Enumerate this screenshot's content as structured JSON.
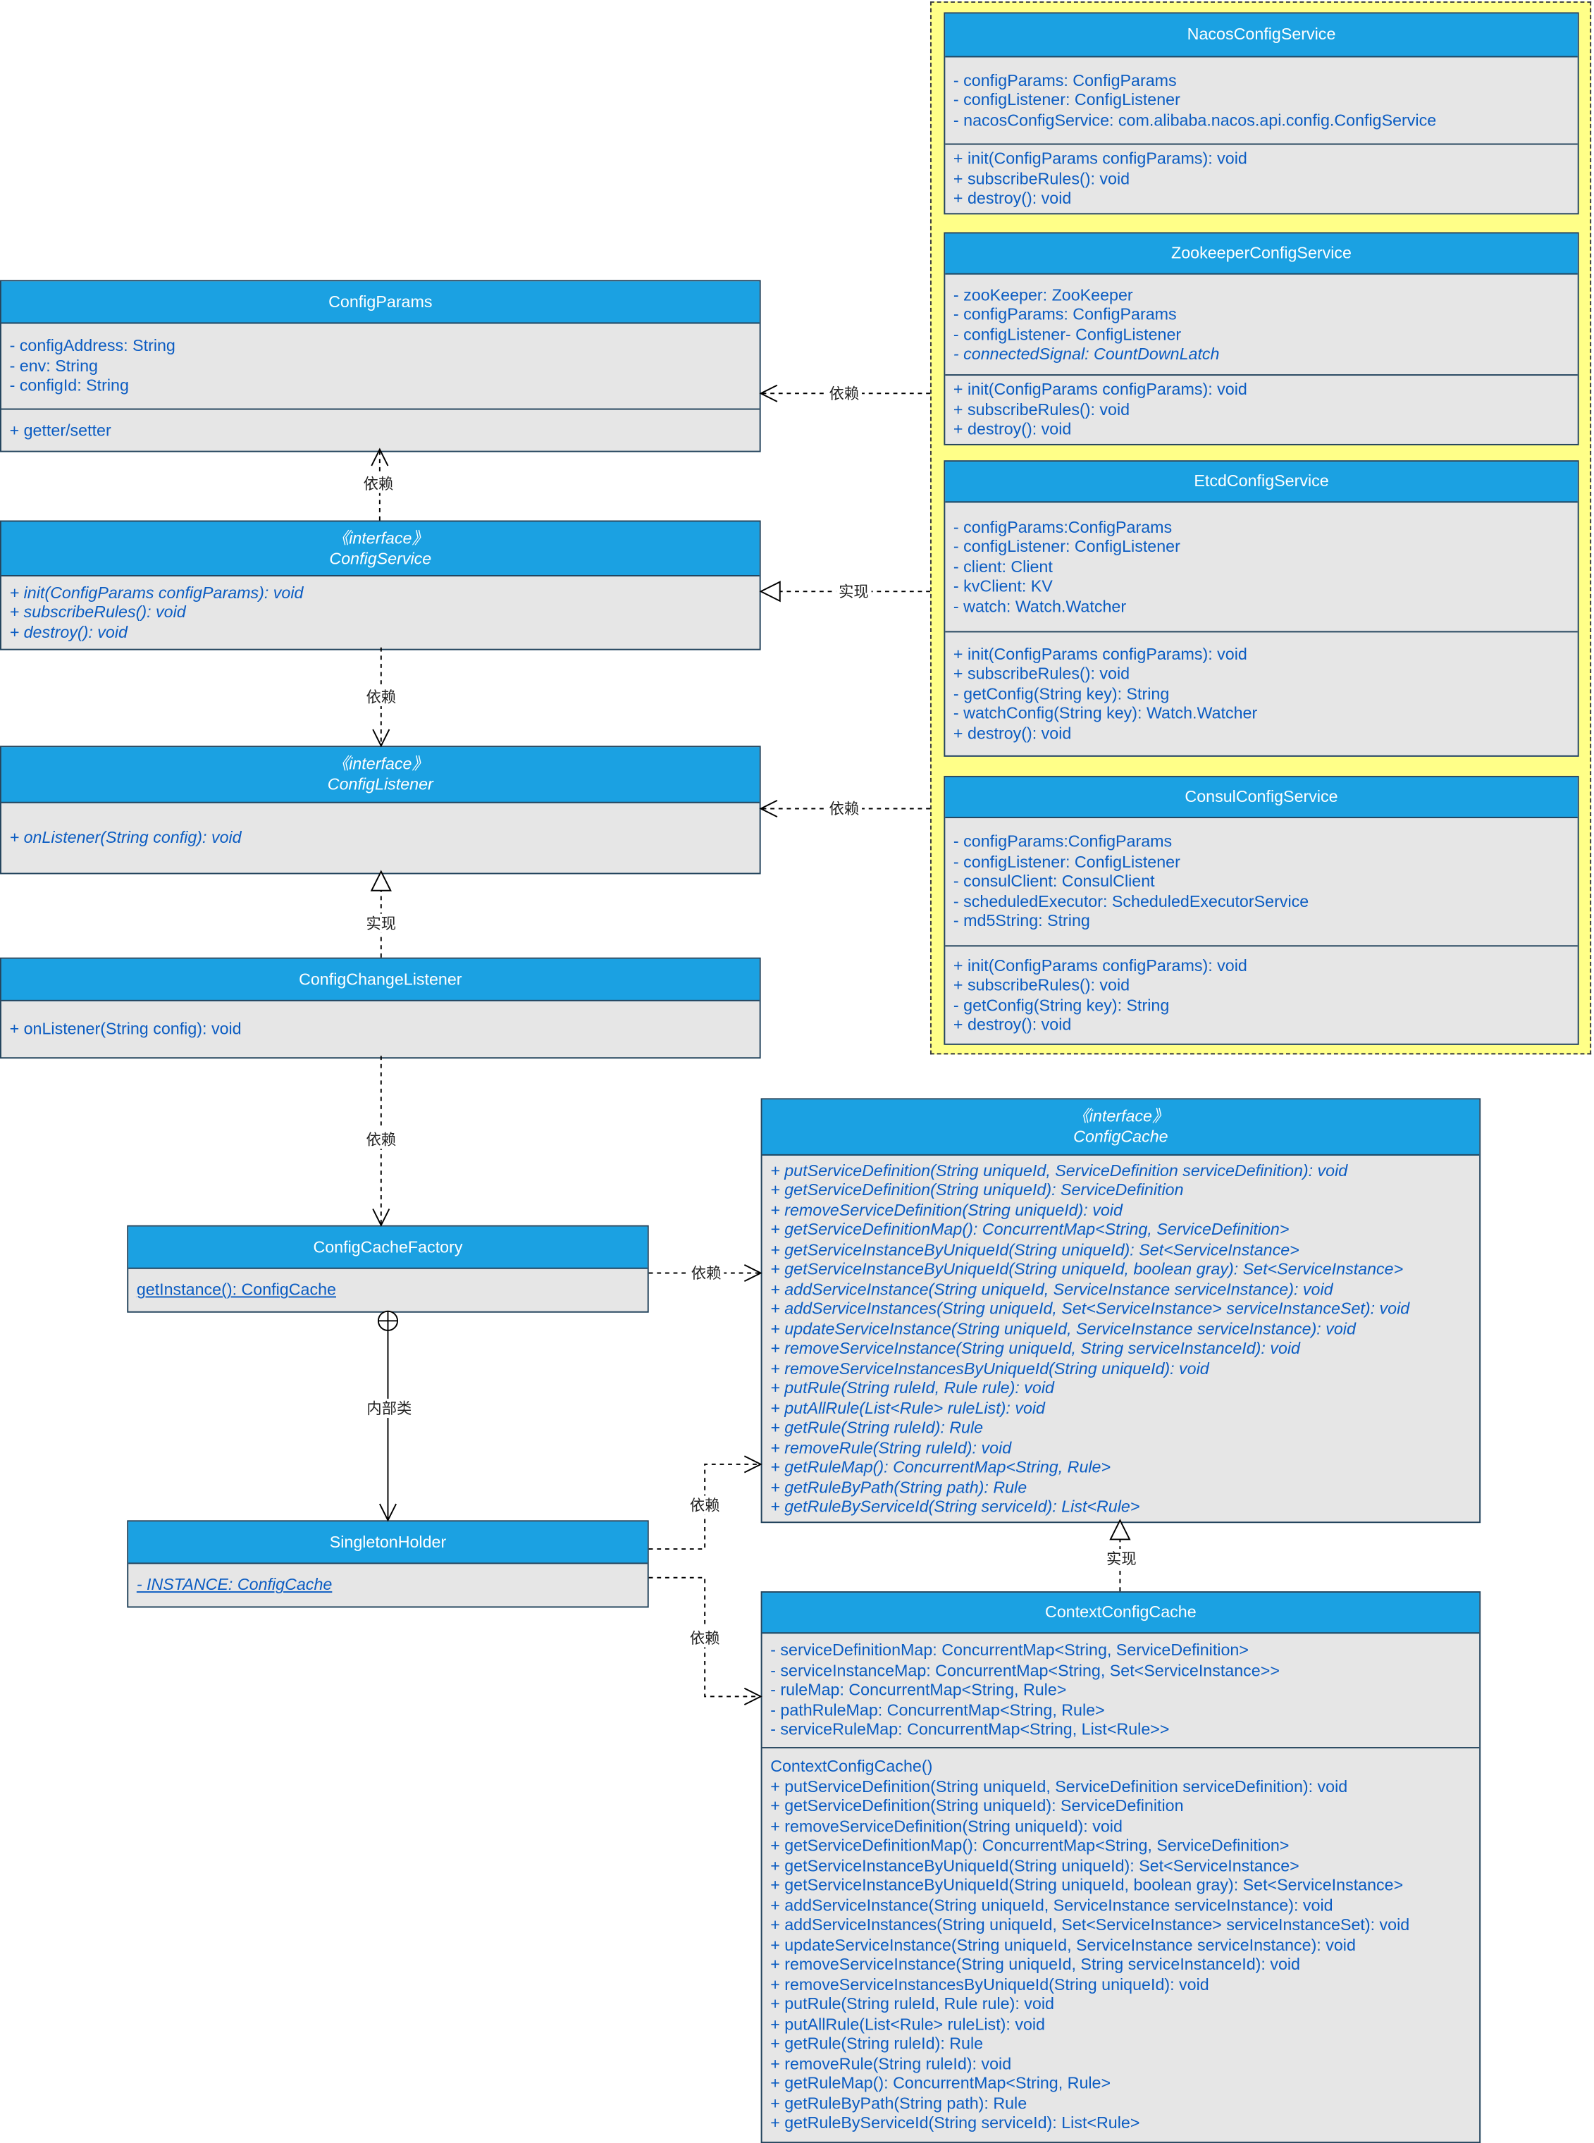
{
  "colors": {
    "header": "#1ba1e2",
    "body": "#e6e6e6",
    "border": "#23445d",
    "text": "#0b5cc2",
    "group": "#ffff88"
  },
  "classes": [
    {
      "id": "nacos",
      "name": "NacosConfigService",
      "sections": [
        [
          {
            "t": "- configParams: ConfigParams"
          },
          {
            "t": "- configListener: ConfigListener"
          },
          {
            "t": "- nacosConfigService: com.alibaba.nacos.api.config.ConfigService"
          }
        ],
        [
          {
            "t": "+ init(ConfigParams configParams): void"
          },
          {
            "t": "+ subscribeRules(): void"
          },
          {
            "t": "+ destroy(): void"
          }
        ]
      ]
    },
    {
      "id": "zk",
      "name": "ZookeeperConfigService",
      "sections": [
        [
          {
            "t": "- zooKeeper: ZooKeeper"
          },
          {
            "t": "- configParams: ConfigParams"
          },
          {
            "t": "- configListener- ConfigListener"
          },
          {
            "t": "- connectedSignal: CountDownLatch",
            "style": "italic"
          }
        ],
        [
          {
            "t": "+ init(ConfigParams configParams): void"
          },
          {
            "t": "+ subscribeRules(): void"
          },
          {
            "t": "+ destroy(): void"
          }
        ]
      ]
    },
    {
      "id": "etcd",
      "name": "EtcdConfigService",
      "sections": [
        [
          {
            "t": "- configParams:ConfigParams"
          },
          {
            "t": "- configListener: ConfigListener"
          },
          {
            "t": "- client: Client"
          },
          {
            "t": "- kvClient: KV"
          },
          {
            "t": "- watch: Watch.Watcher"
          }
        ],
        [
          {
            "t": "+ init(ConfigParams configParams): void"
          },
          {
            "t": "+ subscribeRules(): void"
          },
          {
            "t": "- getConfig(String key): String"
          },
          {
            "t": "- watchConfig(String key): Watch.Watcher"
          },
          {
            "t": "+ destroy(): void"
          }
        ]
      ]
    },
    {
      "id": "consul",
      "name": "ConsulConfigService",
      "sections": [
        [
          {
            "t": "- configParams:ConfigParams"
          },
          {
            "t": "- configListener: ConfigListener"
          },
          {
            "t": "- consulClient: ConsulClient"
          },
          {
            "t": "- scheduledExecutor: ScheduledExecutorService"
          },
          {
            "t": "- md5String: String"
          }
        ],
        [
          {
            "t": "+ init(ConfigParams configParams): void"
          },
          {
            "t": "+ subscribeRules(): void"
          },
          {
            "t": "- getConfig(String key): String"
          },
          {
            "t": "+ destroy(): void"
          }
        ]
      ]
    },
    {
      "id": "params",
      "name": "ConfigParams",
      "sections": [
        [
          {
            "t": "- configAddress: String"
          },
          {
            "t": "- env: String"
          },
          {
            "t": "- configId:   String"
          }
        ],
        [
          {
            "t": "+ getter/setter"
          }
        ]
      ]
    },
    {
      "id": "service",
      "stereotype": "《interface》",
      "name": "ConfigService",
      "italic": true,
      "sections": [
        [
          {
            "t": "+ init(ConfigParams configParams): void",
            "style": "italic"
          },
          {
            "t": "+ subscribeRules(): void",
            "style": "italic"
          },
          {
            "t": "+ destroy(): void",
            "style": "italic"
          }
        ]
      ]
    },
    {
      "id": "listener",
      "stereotype": "《interface》",
      "name": "ConfigListener",
      "italic": true,
      "sections": [
        [
          {
            "t": "+ onListener(String config): void",
            "style": "italic"
          }
        ]
      ]
    },
    {
      "id": "change",
      "name": "ConfigChangeListener",
      "sections": [
        [
          {
            "t": "+ onListener(String config): void"
          }
        ]
      ]
    },
    {
      "id": "factory",
      "name": "ConfigCacheFactory",
      "sections": [
        [
          {
            "t": "getInstance(): ConfigCache",
            "style": "underline"
          }
        ]
      ]
    },
    {
      "id": "holder",
      "name": "SingletonHolder",
      "sections": [
        [
          {
            "t": "- INSTANCE: ConfigCache",
            "style": "italic underline"
          }
        ]
      ]
    },
    {
      "id": "cache",
      "stereotype": "《interface》",
      "name": "ConfigCache",
      "italic": true,
      "sections": [
        [
          {
            "t": "+ putServiceDefinition(String uniqueId, ServiceDefinition serviceDefinition): void",
            "style": "italic"
          },
          {
            "t": "+ getServiceDefinition(String uniqueId): ServiceDefinition",
            "style": "italic"
          },
          {
            "t": "+ removeServiceDefinition(String uniqueId): void",
            "style": "italic"
          },
          {
            "t": "+ getServiceDefinitionMap(): ConcurrentMap<String, ServiceDefinition>",
            "style": "italic"
          },
          {
            "t": "+ getServiceInstanceByUniqueId(String uniqueId): Set<ServiceInstance>",
            "style": "italic"
          },
          {
            "t": "+ getServiceInstanceByUniqueId(String uniqueId, boolean gray): Set<ServiceInstance>",
            "style": "italic"
          },
          {
            "t": "+ addServiceInstance(String uniqueId, ServiceInstance serviceInstance): void",
            "style": "italic"
          },
          {
            "t": "+ addServiceInstances(String uniqueId, Set<ServiceInstance> serviceInstanceSet): void",
            "style": "italic"
          },
          {
            "t": "+ updateServiceInstance(String uniqueId, ServiceInstance serviceInstance): void",
            "style": "italic"
          },
          {
            "t": "+ removeServiceInstance(String uniqueId, String serviceInstanceId): void",
            "style": "italic"
          },
          {
            "t": "+ removeServiceInstancesByUniqueId(String uniqueId): void",
            "style": "italic"
          },
          {
            "t": "+ putRule(String ruleId, Rule rule): void",
            "style": "italic"
          },
          {
            "t": "+ putAllRule(List<Rule> ruleList): void",
            "style": "italic"
          },
          {
            "t": "+ getRule(String ruleId): Rule",
            "style": "italic"
          },
          {
            "t": "+ removeRule(String ruleId): void",
            "style": "italic"
          },
          {
            "t": "+ getRuleMap(): ConcurrentMap<String, Rule>",
            "style": "italic"
          },
          {
            "t": "+ getRuleByPath(String path): Rule",
            "style": "italic"
          },
          {
            "t": "+ getRuleByServiceId(String serviceId): List<Rule>",
            "style": "italic"
          }
        ]
      ]
    },
    {
      "id": "context",
      "name": "ContextConfigCache",
      "sections": [
        [
          {
            "t": "- serviceDefinitionMap: ConcurrentMap<String, ServiceDefinition>"
          },
          {
            "t": "- serviceInstanceMap: ConcurrentMap<String, Set<ServiceInstance>>"
          },
          {
            "t": "- ruleMap: ConcurrentMap<String, Rule>"
          },
          {
            "t": "- pathRuleMap: ConcurrentMap<String, Rule>"
          },
          {
            "t": "- serviceRuleMap: ConcurrentMap<String, List<Rule>>"
          }
        ],
        [
          {
            "t": "ContextConfigCache()"
          },
          {
            "t": "+ putServiceDefinition(String uniqueId, ServiceDefinition serviceDefinition): void"
          },
          {
            "t": "+ getServiceDefinition(String uniqueId): ServiceDefinition"
          },
          {
            "t": "+ removeServiceDefinition(String uniqueId): void"
          },
          {
            "t": "+ getServiceDefinitionMap(): ConcurrentMap<String, ServiceDefinition>"
          },
          {
            "t": "+ getServiceInstanceByUniqueId(String uniqueId): Set<ServiceInstance>"
          },
          {
            "t": "+ getServiceInstanceByUniqueId(String uniqueId, boolean gray): Set<ServiceInstance>"
          },
          {
            "t": "+ addServiceInstance(String uniqueId, ServiceInstance serviceInstance): void"
          },
          {
            "t": "+ addServiceInstances(String uniqueId, Set<ServiceInstance> serviceInstanceSet): void"
          },
          {
            "t": "+ updateServiceInstance(String uniqueId, ServiceInstance serviceInstance): void"
          },
          {
            "t": "+ removeServiceInstance(String uniqueId, String serviceInstanceId): void"
          },
          {
            "t": "+ removeServiceInstancesByUniqueId(String uniqueId): void"
          },
          {
            "t": "+ putRule(String ruleId, Rule rule): void"
          },
          {
            "t": "+ putAllRule(List<Rule> ruleList): void"
          },
          {
            "t": "+ getRule(String ruleId): Rule"
          },
          {
            "t": "+ removeRule(String ruleId): void"
          },
          {
            "t": "+ getRuleMap(): ConcurrentMap<String, Rule>"
          },
          {
            "t": "+ getRuleByPath(String path): Rule"
          },
          {
            "t": "+ getRuleByServiceId(String serviceId): List<Rule>"
          }
        ]
      ]
    }
  ],
  "relations": [
    {
      "id": "group-params",
      "kind": "dependency",
      "label": "依赖"
    },
    {
      "id": "group-service",
      "kind": "realization",
      "label": "实现"
    },
    {
      "id": "group-listener",
      "kind": "dependency",
      "label": "依赖"
    },
    {
      "id": "service-params",
      "kind": "dependency",
      "label": "依赖"
    },
    {
      "id": "service-listener",
      "kind": "dependency",
      "label": "依赖"
    },
    {
      "id": "change-listener",
      "kind": "realization",
      "label": "实现"
    },
    {
      "id": "change-factory",
      "kind": "dependency",
      "label": "依赖"
    },
    {
      "id": "factory-cache",
      "kind": "dependency",
      "label": "依赖"
    },
    {
      "id": "factory-holder",
      "kind": "inner-class",
      "label": "内部类"
    },
    {
      "id": "holder-cache",
      "kind": "dependency",
      "label": "依赖"
    },
    {
      "id": "holder-context",
      "kind": "dependency",
      "label": "依赖"
    },
    {
      "id": "context-cache",
      "kind": "realization",
      "label": "实现"
    }
  ]
}
